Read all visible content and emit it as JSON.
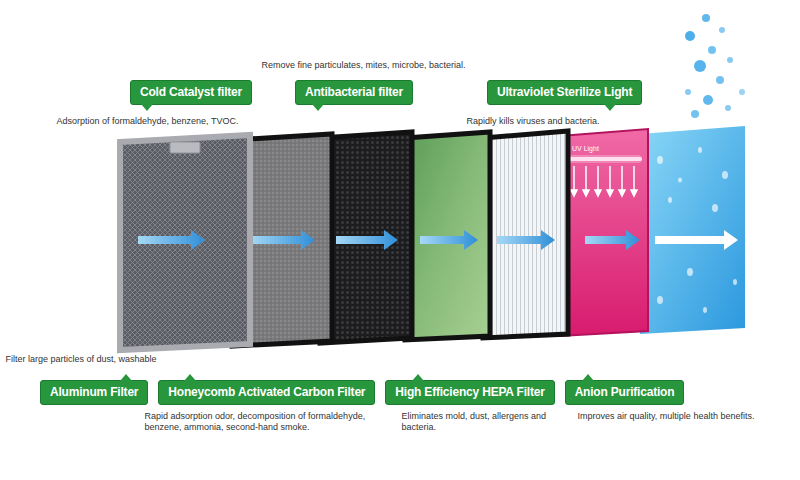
{
  "diagram": {
    "nodes": [
      {
        "text": [
          "Cold Catalyst filter",
          "Adsorption of formaldehyde, benzene, TVOC."
        ]
      },
      {
        "text": [
          "Antibacterial filter",
          "Remove fine particulates, mites, microbe, bacterial."
        ]
      },
      {
        "text": [
          "Ultraviolet Sterilize Light",
          "Rapidly kills viruses and bacteria."
        ]
      },
      {
        "text": [
          "Aluminum Filter",
          "Filter large particles of dust, washable"
        ]
      },
      {
        "text": [
          "Honeycomb Activated Carbon Filter",
          "Rapid adsorption odor, decomposition of formaldehyde, benzene, ammonia, second-hand smoke."
        ]
      },
      {
        "text": [
          "High Efficiency HEPA Filter",
          "Eliminates mold, dust, allergens and bacteria."
        ]
      },
      {
        "text": [
          "Anion Purification",
          "Improves air quality, multiple health benefits."
        ]
      }
    ],
    "labels": [
      "UV Light"
    ]
  }
}
